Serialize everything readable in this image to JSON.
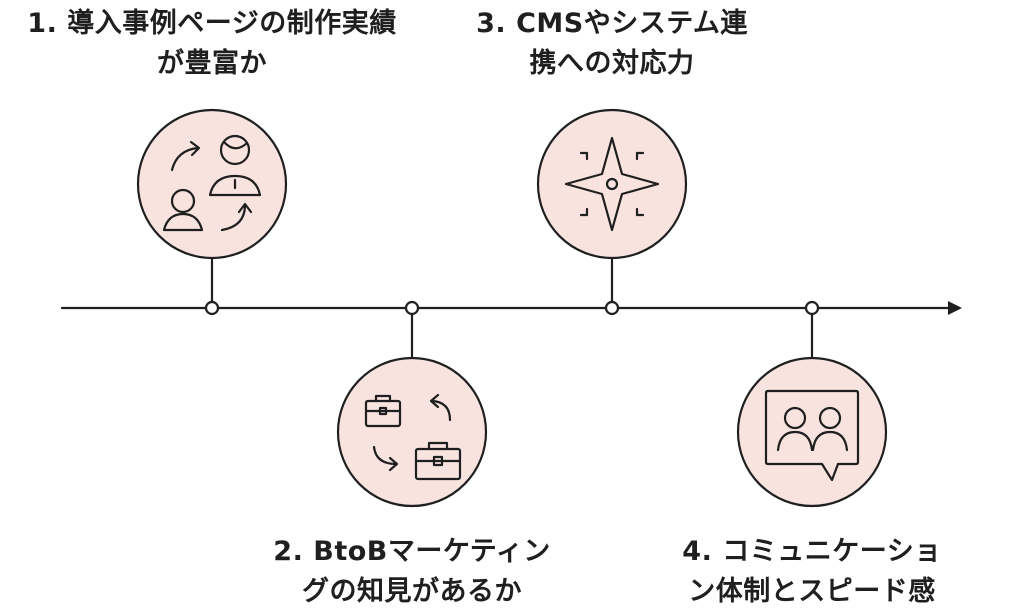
{
  "milestones": [
    {
      "number": "1.",
      "line1": "導入事例ページの制作実績",
      "line2": "が豊富か",
      "icon": "people-exchange-icon"
    },
    {
      "number": "2.",
      "line1": "BtoBマーケティン",
      "line2": "グの知見があるか",
      "icon": "briefcase-exchange-icon"
    },
    {
      "number": "3.",
      "line1": "CMSやシステム連",
      "line2": "携への対応力",
      "icon": "compass-star-icon"
    },
    {
      "number": "4.",
      "line1": "コミュニケーショ",
      "line2": "ン体制とスピード感",
      "icon": "chat-people-icon"
    }
  ],
  "colors": {
    "circle_fill": "#f9e3df",
    "stroke": "#1f1f1f",
    "text": "#1f1f1f",
    "background": "#ffffff"
  }
}
